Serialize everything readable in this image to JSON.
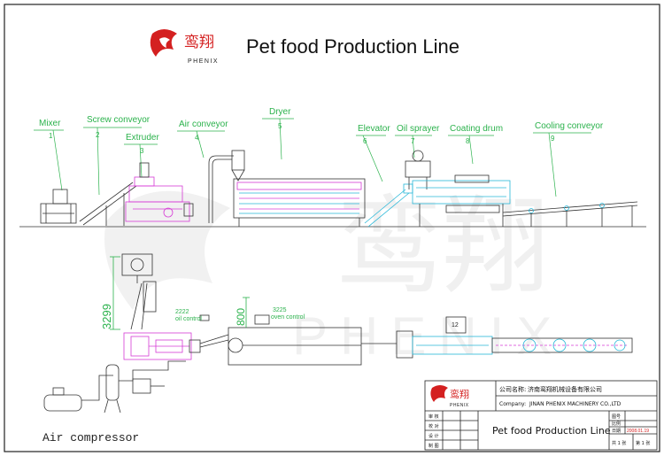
{
  "header": {
    "brand_cn": "鸾翔",
    "brand_en": "PHENIX",
    "title": "Pet food Production Line"
  },
  "equipment": [
    {
      "name": "Mixer",
      "number": "1"
    },
    {
      "name": "Screw conveyor",
      "number": "2"
    },
    {
      "name": "Extruder",
      "number": "3"
    },
    {
      "name": "Air conveyor",
      "number": "4"
    },
    {
      "name": "Dryer",
      "number": "5"
    },
    {
      "name": "Elevator",
      "number": "6"
    },
    {
      "name": "Oil sprayer",
      "number": "7"
    },
    {
      "name": "Coating drum",
      "number": "8"
    },
    {
      "name": "Cooling conveyor",
      "number": "9"
    }
  ],
  "plan": {
    "dimension_left": "3299",
    "dimension_mid": "800",
    "oil_control": "oil control",
    "oven_control": "oven control",
    "oil_control_code": "2222",
    "oven_control_code": "3225",
    "box_label": "12",
    "air_compressor": "Air compressor"
  },
  "title_block": {
    "logo_cn": "鸾翔",
    "logo_en": "PHENIX",
    "company_label": "公司名称:",
    "company_cn": "济南鸾翔机械设备有限公司",
    "company_en_label": "Company:",
    "company_en": "JINAN PHENIX MACHINERY CO.,LTD",
    "rows": [
      "审 核",
      "校 对",
      "设 计",
      "制 图"
    ],
    "drawing_title": "Pet food Production Line",
    "right_rows": [
      "图号",
      "比例",
      "日期"
    ],
    "date": "2008.01.19",
    "sheets_total": "共 1 张",
    "sheet_no": "第 1 张"
  },
  "colors": {
    "line": "#3a3a3a",
    "label": "#2bb24c",
    "magenta": "#d63bd6",
    "cyan": "#27b7d8",
    "logo_red": "#d42020"
  }
}
